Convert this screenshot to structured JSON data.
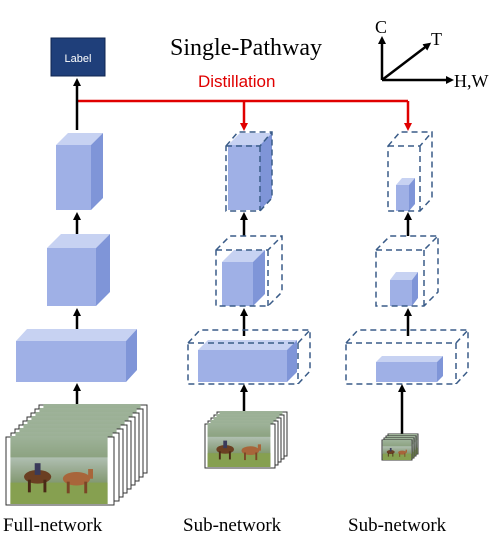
{
  "title": "Single-Pathway",
  "distillation_label": "Distillation",
  "label_box": "Label",
  "axes": {
    "c": "C",
    "t": "T",
    "hw": "H,W"
  },
  "columns": [
    {
      "caption": "Full-network"
    },
    {
      "caption": "Sub-network"
    },
    {
      "caption": "Sub-network"
    }
  ],
  "colors": {
    "block_front": "#9fb0e6",
    "block_top": "#c7d2f2",
    "block_side": "#7f95d8",
    "dashed": "#3a5c88",
    "distill": "#e00000",
    "label_bg": "#1f3f7a"
  }
}
